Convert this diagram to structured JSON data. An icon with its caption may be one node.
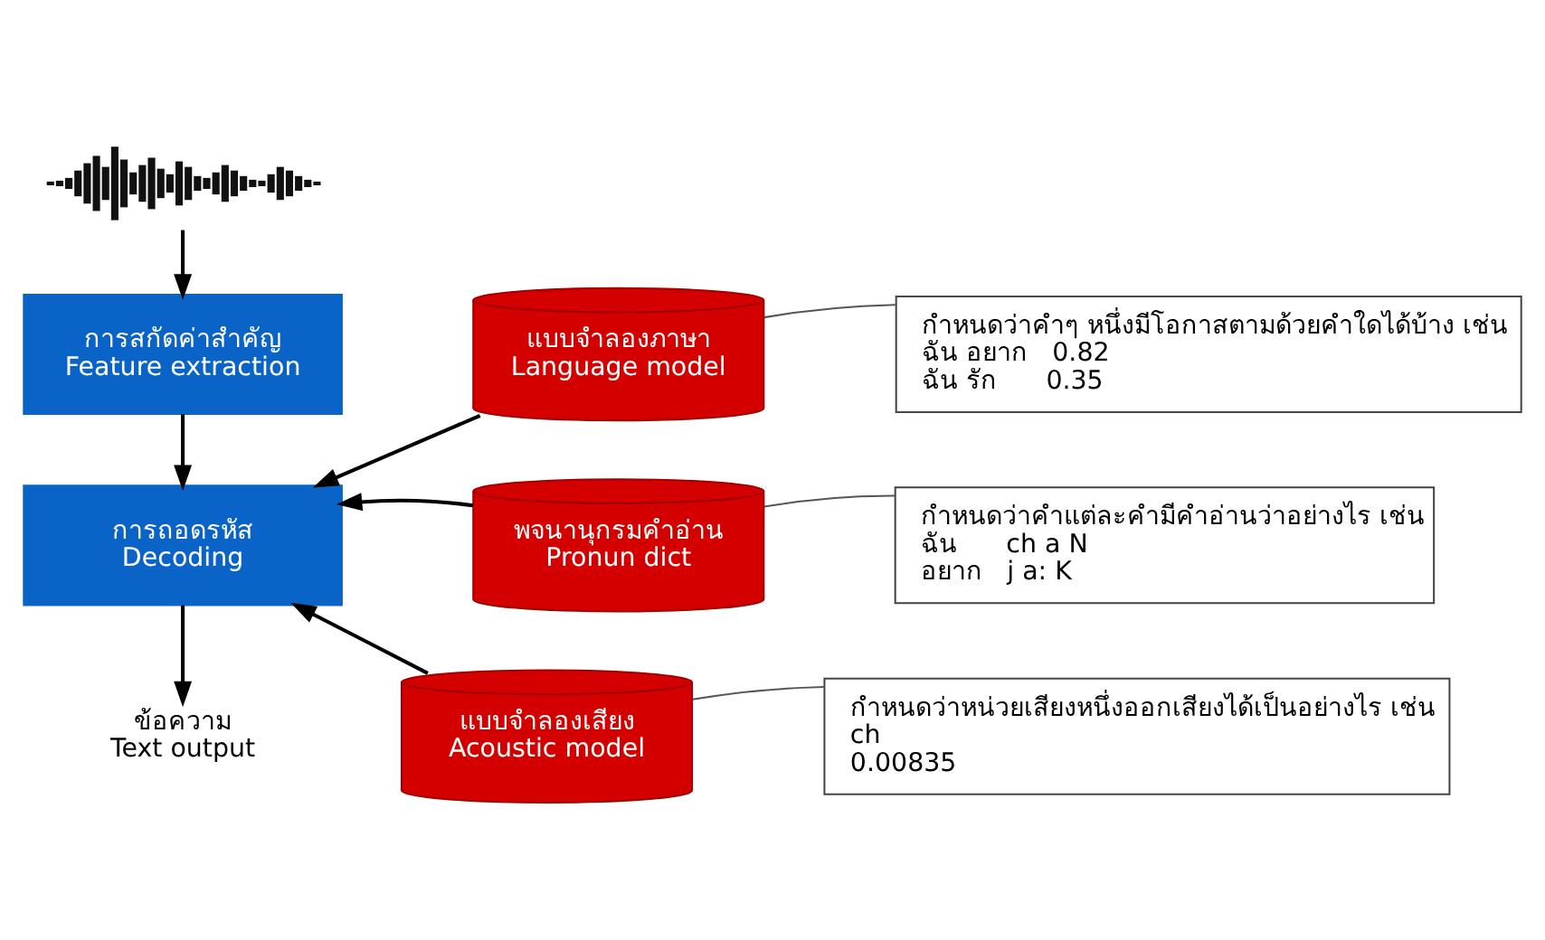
{
  "diagram": {
    "nodes": [
      {
        "text": [],
        "shape": "picture"
      },
      {
        "text": [
          "การสกัดค่าสำคัญ",
          "Feature extraction"
        ]
      },
      {
        "text": [
          "การถอดรหัส",
          "Decoding"
        ]
      },
      {
        "text": [
          "ข้อความ",
          "Text output"
        ]
      },
      {
        "text": [
          "แบบจำลองภาษา",
          "Language model"
        ]
      },
      {
        "text": [
          "พจนานุกรมคำอ่าน",
          "Pronun dict"
        ]
      },
      {
        "text": [
          "แบบจำลองเสียง",
          "Acoustic model"
        ]
      },
      {
        "text": [
          "กำหนดว่าคำๆ หนึ่งมีโอกาสตามด้วยคำใดได้บ้าง เช่น",
          "ฉัน อยาก   0.82",
          "ฉัน รัก      0.35"
        ]
      },
      {
        "text": [
          "กำหนดว่าคำแต่ละคำมีคำอ่านว่าอย่างไร เช่น",
          "ฉัน      ch a N",
          "อยาก   j a: K"
        ]
      },
      {
        "text": [
          "กำหนดว่าหน่วยเสียงหนึ่งออกเสียงได้เป็นอย่างไร เช่น",
          "ch",
          "0.00835"
        ]
      }
    ],
    "edges": [
      {
        "from": 0,
        "to": 1,
        "arrow": "to"
      },
      {
        "from": 1,
        "to": 2,
        "arrow": "to"
      },
      {
        "from": 2,
        "to": 3,
        "arrow": "to"
      },
      {
        "from": 4,
        "to": 2,
        "arrow": "to"
      },
      {
        "from": 5,
        "to": 2,
        "arrow": "to"
      },
      {
        "from": 6,
        "to": 2,
        "arrow": "to"
      },
      {
        "from": 7,
        "to": 4,
        "arrow": "none",
        "color": "#555555"
      },
      {
        "from": 8,
        "to": 5,
        "arrow": "none",
        "color": "#555555"
      },
      {
        "from": 9,
        "to": 6,
        "arrow": "none",
        "color": "#555555"
      }
    ]
  }
}
